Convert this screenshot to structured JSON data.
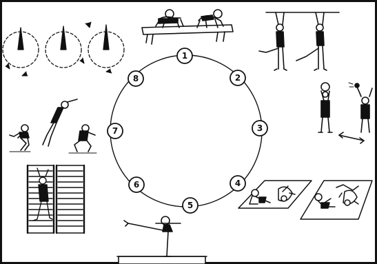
{
  "stations": [
    {
      "number": "1",
      "exercise": "partner-crawl-on-bench"
    },
    {
      "number": "2",
      "exercise": "hanging-leg-raise-bar"
    },
    {
      "number": "3",
      "exercise": "medicine-ball-throw"
    },
    {
      "number": "4",
      "exercise": "mat-rolls"
    },
    {
      "number": "5",
      "exercise": "balance-on-beam"
    },
    {
      "number": "6",
      "exercise": "wall-bars-climb"
    },
    {
      "number": "7",
      "exercise": "jumps-and-squats"
    },
    {
      "number": "8",
      "exercise": "spinning-tops"
    }
  ],
  "colors": {
    "ink": "#111111",
    "background": "#ffffff"
  }
}
